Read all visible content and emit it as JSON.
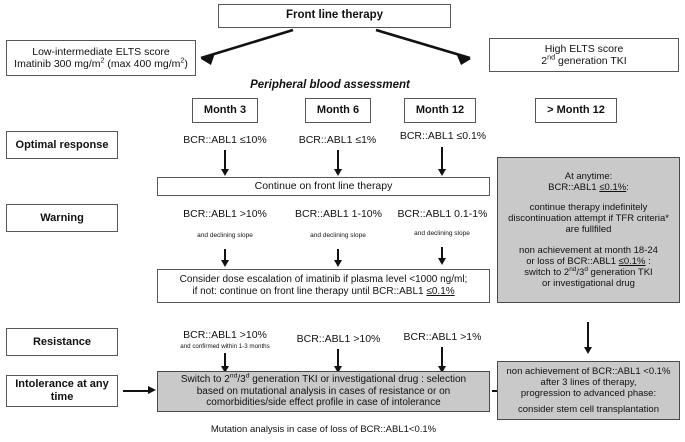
{
  "title": "CML front line therapy treatment algorithm flowchart",
  "top": {
    "front_line": "Front line therapy",
    "low_int_line1": "Low-intermediate ELTS score",
    "low_int_line2_pre": "Imatinib 300 mg/m",
    "low_int_line2_sup1": "2",
    "low_int_line2_mid": " (max 400 mg/m",
    "low_int_line2_sup2": "2",
    "low_int_line2_end": ")",
    "high_line1": "High ELTS score",
    "high_line2_pre": "2",
    "high_line2_sup": "nd",
    "high_line2_end": " generation TKI"
  },
  "section_label": "Peripheral  blood  assessment",
  "columns": [
    {
      "label": "Month 3"
    },
    {
      "label": "Month 6"
    },
    {
      "label": "Month 12"
    },
    {
      "label": "> Month 12"
    }
  ],
  "row_labels": {
    "optimal": "Optimal response",
    "warning": "Warning",
    "resistance": "Resistance",
    "intolerance": "Intolerance at any time"
  },
  "optimal": {
    "m3": "BCR::ABL1 ≤10%",
    "m6": "BCR::ABL1 ≤1%",
    "m12": "BCR::ABL1 ≤0.1%",
    "result_box": "Continue on front line therapy"
  },
  "warning": {
    "m3": "BCR::ABL1 >10%",
    "m6": "BCR::ABL1 1-10%",
    "m12": "BCR::ABL1 0.1-1%",
    "slope_note": "and declining  slope",
    "result_line1": "Consider dose escalation of imatinib if plasma level <1000 ng/ml;",
    "result_line2_a": "if not:  continue on front line therapy until BCR::ABL1 ",
    "result_line2_b": "≤0.1%"
  },
  "resistance": {
    "m3": "BCR::ABL1 >10%",
    "m3_note": "and confirmed within 1-3 months",
    "m6": "BCR::ABL1 >10%",
    "m12": "BCR::ABL1 >1%"
  },
  "switch_box": {
    "line1_a": "Switch to 2",
    "line1_sup1": "nd",
    "line1_b": "/3",
    "line1_sup2": "d",
    "line1_c": " generation TKI or investigational drug : selection",
    "line2": "based on mutational analysis in cases of resistance or on",
    "line3": "comorbidities/side effect profile in case of intolerance"
  },
  "anytime_box": {
    "l1": "At anytime:",
    "l2_a": "BCR::ABL1 ",
    "l2_b": "≤0.1%",
    "l2_c": ":",
    "l3": "continue therapy indefinitely",
    "l4": "discontinuation attempt if TFR criteria*",
    "l5": "are fullfiled",
    "l6": "non achievement at month 18-24",
    "l7_a": "or loss of BCR::ABL1 ",
    "l7_b": "≤0.1%",
    "l7_c": " :",
    "l8_a": "switch to 2",
    "l8_sup1": "nd",
    "l8_b": "/3",
    "l8_sup2": "d",
    "l8_c": " generation TKI",
    "l9": "or investigational drug"
  },
  "advanced_box": {
    "l1": "non achievement of BCR::ABL1 <0.1%",
    "l2": "after  3 lines of therapy,",
    "l3": "progression to advanced phase:",
    "l4": "consider stem cell transplantation"
  },
  "footnote": "Mutation analysis in case of loss of BCR::ABL1<0.1%",
  "colors": {
    "gray_fill": "#c9c9c9",
    "border": "#575757",
    "text": "#111111",
    "arrow": "#111111"
  }
}
